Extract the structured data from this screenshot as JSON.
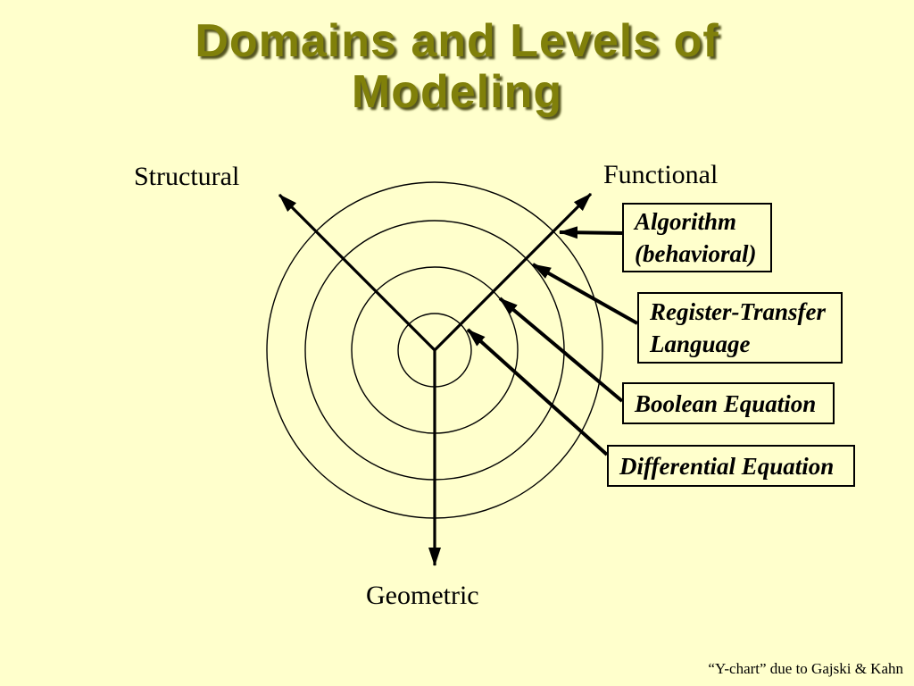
{
  "slide": {
    "background_color": "#FFFFCC",
    "title": {
      "line1": "Domains and Levels of",
      "line2": "Modeling",
      "color": "#80800A"
    },
    "footer": "“Y-chart” due to Gajski & Kahn"
  },
  "diagram": {
    "type": "y-chart",
    "ring_count": 4,
    "line_color": "#000000",
    "axes": {
      "structural": "Structural",
      "functional": "Functional",
      "geometric": "Geometric"
    },
    "levels": [
      {
        "lines": [
          "Algorithm",
          "(behavioral)"
        ]
      },
      {
        "lines": [
          "Register-Transfer",
          "Language"
        ]
      },
      {
        "lines": [
          "Boolean Equation"
        ]
      },
      {
        "lines": [
          "Differential Equation"
        ]
      }
    ]
  }
}
